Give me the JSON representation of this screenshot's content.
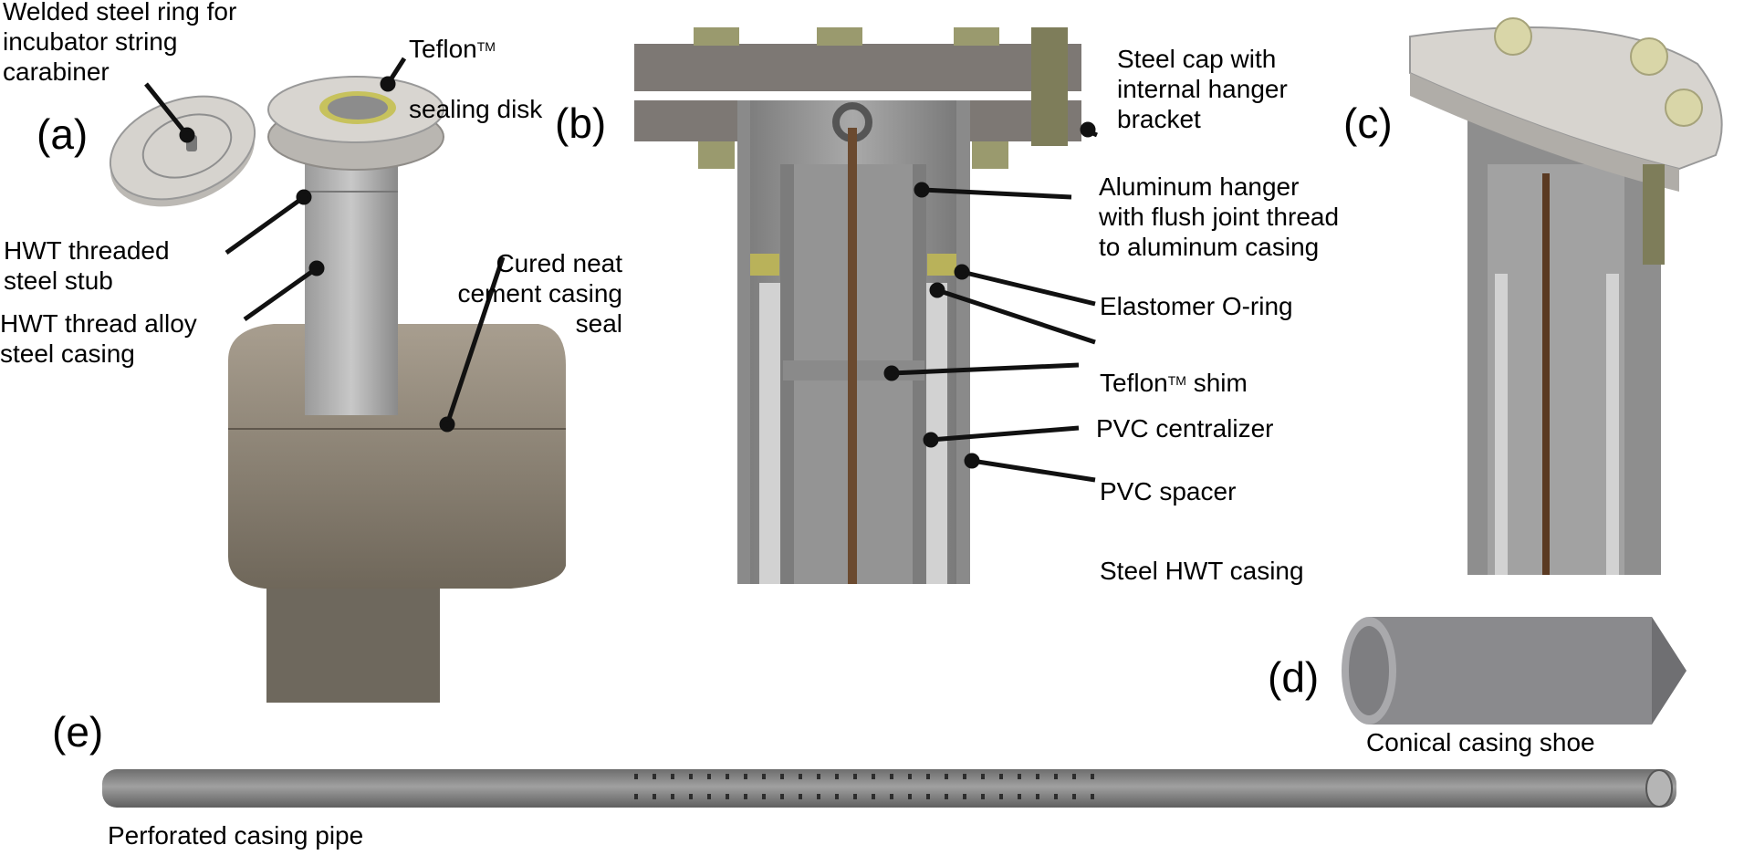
{
  "figure": {
    "panels": {
      "a": "(a)",
      "b": "(b)",
      "c": "(c)",
      "d": "(d)",
      "e": "(e)"
    },
    "panel_a_labels": {
      "welded_ring": "Welded steel ring for\nincubator string\ncarabiner",
      "teflon_disk_1": "Teflon",
      "teflon_disk_tm": "TM",
      "teflon_disk_2": "sealing disk",
      "stub": "HWT threaded\nsteel stub",
      "alloy_casing": "HWT thread alloy\nsteel casing",
      "cement_seal": "Cured neat\ncement casing\nseal"
    },
    "panel_b_labels": {
      "steel_cap": "Steel cap with\ninternal hanger\n  bracket",
      "aluminum_hanger": "Aluminum hanger\nwith flush joint thread\nto aluminum casing",
      "oring": "Elastomer O-ring",
      "teflon_shim_1": "Teflon",
      "teflon_shim_tm": "TM",
      "teflon_shim_2": " shim",
      "centralizer": "PVC centralizer",
      "spacer": "PVC spacer",
      "steel_casing": "Steel HWT casing"
    },
    "panel_d_caption": "Conical casing shoe",
    "panel_e_caption": "Perforated casing pipe",
    "colors": {
      "steel": "#8f8f8f",
      "cap": "#7b7672",
      "bolt": "#9a9a6a",
      "cement": "#7a7265",
      "rod": "#6b4a2f",
      "teflon": "#c8c060"
    }
  }
}
